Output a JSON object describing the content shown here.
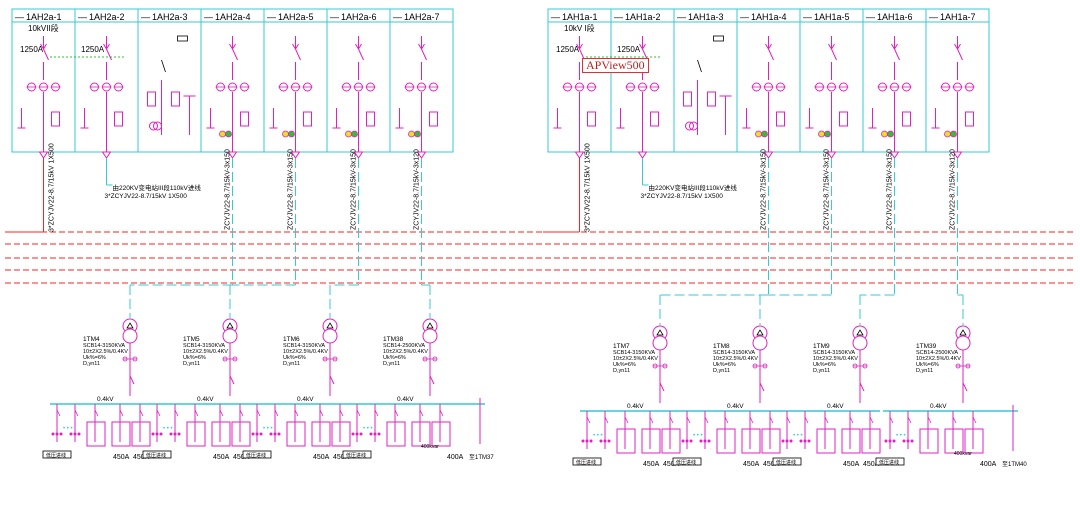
{
  "colors": {
    "cyan": "#36c9d6",
    "magenta": "#e020c0",
    "red_dash": "#ff2020",
    "green": "#30c030",
    "black": "#000000",
    "watermark_border": "#e03030",
    "watermark_text": "#c02020"
  },
  "watermark": "APView500",
  "left_group": {
    "cabinets": [
      "1AH2a-1",
      "1AH2a-2",
      "1AH2a-3",
      "1AH2a-4",
      "1AH2a-5",
      "1AH2a-6",
      "1AH2a-7"
    ],
    "bus_label": "10kVII段",
    "ratings": [
      "1250A",
      "1250A"
    ],
    "cables": [
      "3*ZCYJV22-8.7/15kV 1X500",
      "ZCYJV22-8.7/15kV-3x150",
      "ZCYJV22-8.7/15kV-3x150",
      "ZCYJV22-8.7/15kV-3x150",
      "ZCYJV22-8.7/15kV-3x120"
    ],
    "tie_note": [
      "由220KV变电站III段110kV进线",
      "3*ZCYJV22-8.7/15kV 1X500"
    ],
    "transformers": [
      {
        "id": "1TM4",
        "model": "SCB14-3150KVA",
        "ratio": "10±2X2.5%/0.4KV",
        "uk": "Uk%=6%",
        "vector": "D,yn11"
      },
      {
        "id": "1TM5",
        "model": "SCB14-3150KVA",
        "ratio": "10±2X2.5%/0.4KV",
        "uk": "Uk%=6%",
        "vector": "D,yn11"
      },
      {
        "id": "1TM6",
        "model": "SCB14-3150KVA",
        "ratio": "10±2X2.5%/0.4KV",
        "uk": "Uk%=6%",
        "vector": "D,yn11"
      },
      {
        "id": "1TM38",
        "model": "SCB14-2500KVA",
        "ratio": "10±2X2.5%/0.4KV",
        "uk": "Uk%=6%",
        "vector": "D,yn11"
      }
    ],
    "lv_label": "0.4kV",
    "box_labels": [
      "低压进线",
      "低压进线",
      "低压进线",
      "低压进线"
    ],
    "currents": [
      "450A",
      "450A",
      "450A",
      "450A",
      "450A",
      "450A",
      "400A"
    ],
    "tail_label": "至1TM37",
    "cap_note": [
      "400kvar"
    ]
  },
  "right_group": {
    "cabinets": [
      "1AH1a-1",
      "1AH1a-2",
      "1AH1a-3",
      "1AH1a-4",
      "1AH1a-5",
      "1AH1a-6",
      "1AH1a-7"
    ],
    "bus_label": "10kV I段",
    "ratings": [
      "1250A",
      "1250A"
    ],
    "cables": [
      "3*ZCYJV22-8.7/15kV 1X500",
      "ZCYJV22-8.7/15kV-3x150",
      "ZCYJV22-8.7/15kV-3x150",
      "ZCYJV22-8.7/15kV-3x150",
      "ZCYJV22-8.7/15kV-3x120"
    ],
    "tie_note": [
      "由220KV变电站III段110kV进线",
      "3*ZCYJV22-8.7/15kV 1X500"
    ],
    "transformers": [
      {
        "id": "1TM7",
        "model": "SCB14-3150KVA",
        "ratio": "10±2X2.5%/0.4KV",
        "uk": "Uk%=6%",
        "vector": "D,yn11"
      },
      {
        "id": "1TM8",
        "model": "SCB14-3150KVA",
        "ratio": "10±2X2.5%/0.4KV",
        "uk": "Uk%=6%",
        "vector": "D,yn11"
      },
      {
        "id": "1TM9",
        "model": "SCB14-3150KVA",
        "ratio": "10±2X2.5%/0.4KV",
        "uk": "Uk%=6%",
        "vector": "D,yn11"
      },
      {
        "id": "1TM39",
        "model": "SCB14-2500KVA",
        "ratio": "10±2X2.5%/0.4KV",
        "uk": "Uk%=6%",
        "vector": "D,yn11"
      }
    ],
    "lv_label": "0.4kV",
    "box_labels": [
      "低压进线",
      "低压进线",
      "低压进线",
      "低压进线"
    ],
    "currents": [
      "450A",
      "450A",
      "450A",
      "450A",
      "450A",
      "450A",
      "400A"
    ],
    "tail_label": "至1TM40",
    "cap_note": [
      "400kvar"
    ]
  }
}
